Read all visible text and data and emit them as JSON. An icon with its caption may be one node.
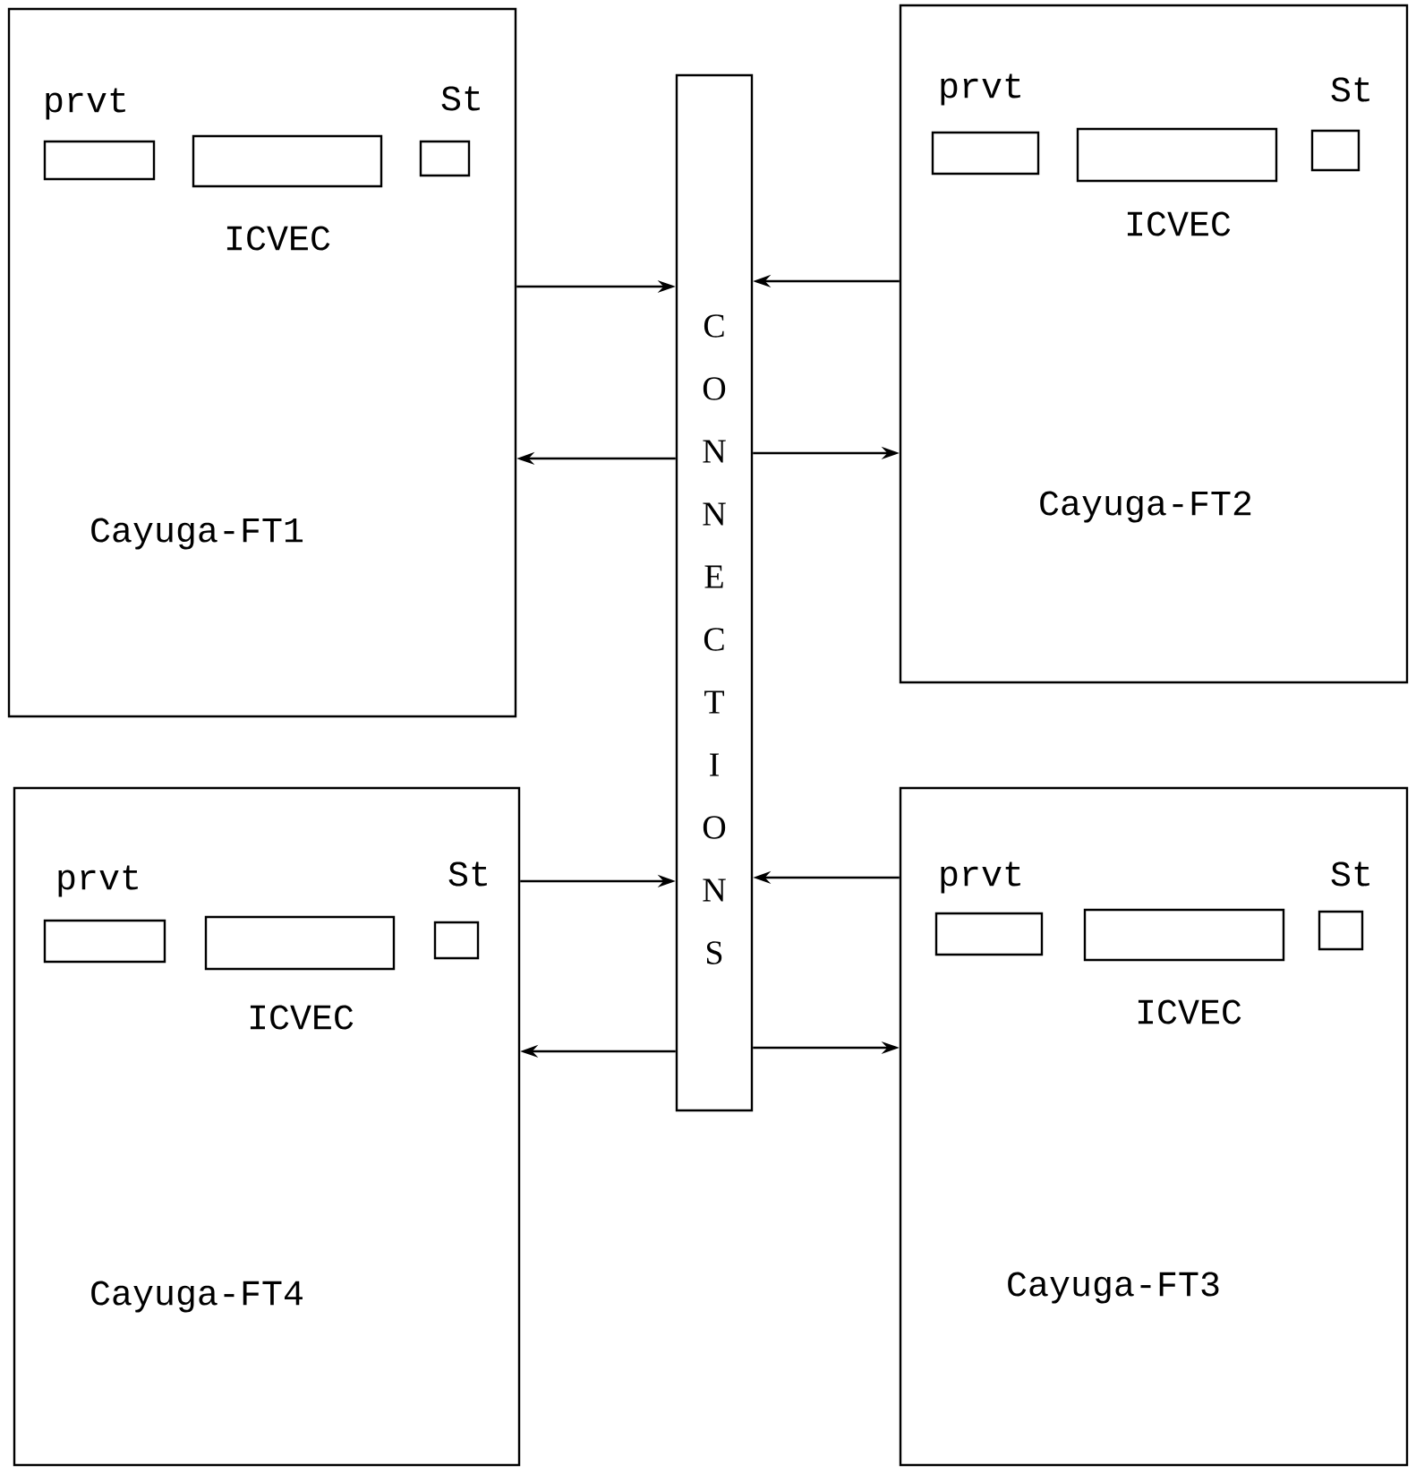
{
  "diagram": {
    "nodes": [
      {
        "text": [
          "Cayuga-FT1"
        ]
      },
      {
        "text": [],
        "shape": "box",
        "in": 0,
        "beside": [
          "prvt"
        ]
      },
      {
        "text": [],
        "shape": "box",
        "in": 0,
        "beside": [
          "ICVEC"
        ]
      },
      {
        "text": [],
        "shape": "box",
        "in": 0,
        "beside": [
          "St"
        ]
      },
      {
        "text": [
          "CONNECTIONS"
        ]
      },
      {
        "text": [
          "Cayuga-FT2"
        ]
      },
      {
        "text": [],
        "shape": "box",
        "in": 5,
        "beside": [
          "prvt"
        ]
      },
      {
        "text": [],
        "shape": "box",
        "in": 5,
        "beside": [
          "ICVEC"
        ]
      },
      {
        "text": [],
        "shape": "box",
        "in": 5,
        "beside": [
          "St"
        ]
      },
      {
        "text": [
          "Cayuga-FT4"
        ]
      },
      {
        "text": [],
        "shape": "box",
        "in": 9,
        "beside": [
          "prvt"
        ]
      },
      {
        "text": [],
        "shape": "box",
        "in": 9,
        "beside": [
          "ICVEC"
        ]
      },
      {
        "text": [],
        "shape": "box",
        "in": 9,
        "beside": [
          "St"
        ]
      },
      {
        "text": [
          "Cayuga-FT3"
        ]
      },
      {
        "text": [],
        "shape": "box",
        "in": 13,
        "beside": [
          "prvt"
        ]
      },
      {
        "text": [],
        "shape": "box",
        "in": 13,
        "beside": [
          "ICVEC"
        ]
      },
      {
        "text": [],
        "shape": "box",
        "in": 13,
        "beside": [
          "St"
        ]
      }
    ],
    "edges": [
      {
        "from": 0,
        "to": 4,
        "arrow": "to"
      },
      {
        "from": 4,
        "to": 0,
        "arrow": "to"
      },
      {
        "from": 5,
        "to": 4,
        "arrow": "to"
      },
      {
        "from": 4,
        "to": 5,
        "arrow": "to"
      },
      {
        "from": 9,
        "to": 4,
        "arrow": "to"
      },
      {
        "from": 4,
        "to": 9,
        "arrow": "to"
      },
      {
        "from": 13,
        "to": 4,
        "arrow": "to"
      },
      {
        "from": 4,
        "to": 13,
        "arrow": "to"
      }
    ]
  }
}
